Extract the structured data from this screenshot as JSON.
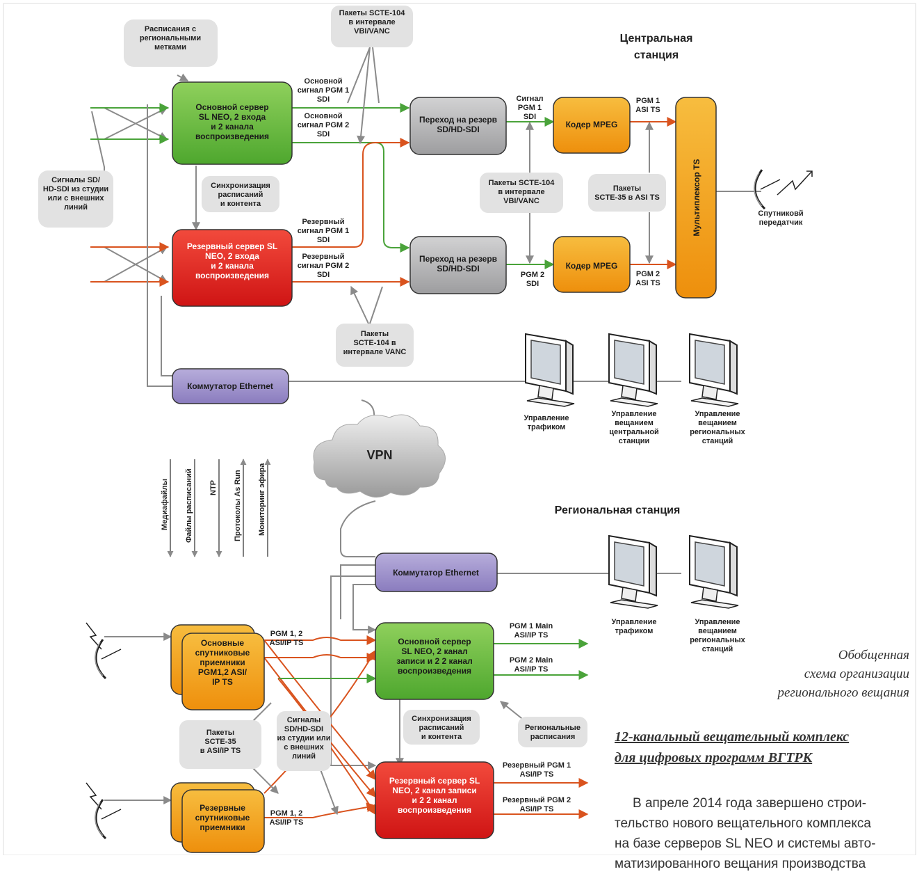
{
  "central": {
    "title_line1": "Центральная",
    "title_line2": "станция",
    "schedules_note": [
      "Расписания с",
      "региональными",
      "метками"
    ],
    "scte104_top": [
      "Пакеты SCTE-104",
      "в интервале",
      "VBI/VANC"
    ],
    "inputs_note": [
      "Сигналы SD/",
      "HD-SDI из студии",
      "или с внешних",
      "линий"
    ],
    "main_server": [
      "Основной сервер",
      "SL NEO, 2 входа",
      "и 2 канала",
      "воспроизведения"
    ],
    "backup_server": [
      "Резервный сервер SL",
      "NEO, 2 входа",
      "и  2 канала",
      "воспроизведения"
    ],
    "sync_note": [
      "Синхронизация",
      "расписаний",
      "и контента"
    ],
    "main_pgm1": [
      "Основной",
      "сигнал PGM 1",
      "SDI"
    ],
    "main_pgm2": [
      "Основной",
      "сигнал PGM 2",
      "SDI"
    ],
    "backup_pgm1": [
      "Резервный",
      "сигнал PGM 1",
      "SDI"
    ],
    "backup_pgm2": [
      "Резервный",
      "сигнал PGM 2",
      "SDI"
    ],
    "switch_top": [
      "Переход на резерв",
      "SD/HD-SDI"
    ],
    "switch_bottom": [
      "Переход на резерв",
      "SD/HD-SDI"
    ],
    "sig_pgm1": [
      "Сигнал",
      "PGM 1",
      "SDI"
    ],
    "pgm2_sdi": [
      "PGM 2",
      "SDI"
    ],
    "scte104_mid": [
      "Пакеты SCTE-104",
      "в интервале",
      "VBI/VANC"
    ],
    "encoder_top": "Кодер MPEG",
    "encoder_bottom": "Кодер MPEG",
    "pgm1_asi": [
      "PGM 1",
      "ASI TS"
    ],
    "pgm2_asi": [
      "PGM 2",
      "ASI TS"
    ],
    "scte35_note": [
      "Пакеты",
      "SCTE-35 в ASI TS"
    ],
    "mux": "Мультиплексор TS",
    "sat_tx": [
      "Спутниковй",
      "передатчик"
    ],
    "scte104_vanc": [
      "Пакеты",
      "SCTE-104 в",
      "интервале VANC"
    ],
    "ethernet": "Коммутатор Ethernet",
    "monitors": [
      [
        "Управление",
        "трафиком"
      ],
      [
        "Управление",
        "вещанием",
        "центральной",
        "станции"
      ],
      [
        "Управление",
        "вещанием",
        "региональных",
        "станций"
      ]
    ]
  },
  "vpn": "VPN",
  "flows": [
    "Медиафайлы",
    "Файлы расписаний",
    "NTP",
    "Протоколы As Run",
    "Мониторинг эфира"
  ],
  "regional": {
    "title": "Региональная станция",
    "ethernet": "Коммутатор Ethernet",
    "monitors": [
      [
        "Управление",
        "трафиком"
      ],
      [
        "Управление",
        "вещанием",
        "региональных",
        "станций"
      ]
    ],
    "main_receivers": [
      "Основные",
      "спутниковые",
      "приемники",
      "PGM1,2 ASI/",
      "IP TS"
    ],
    "backup_receivers": [
      "Резервные",
      "спутниковые",
      "приемники"
    ],
    "pgm12_top": [
      "PGM 1, 2",
      "ASI/IP TS"
    ],
    "pgm12_bottom": [
      "PGM 1, 2",
      "ASI/IP TS"
    ],
    "scte35_note": [
      "Пакеты",
      "SCTE-35",
      "в ASI/IP TS"
    ],
    "inputs_note": [
      "Сигналы",
      "SD/HD-SDI",
      "из студии или",
      "с внешних",
      "линий"
    ],
    "main_server": [
      "Основной сервер",
      "SL NEO, 2 канал",
      "записи и 2 2 канал",
      "воспроизведения"
    ],
    "backup_server": [
      "Резервный сервер SL",
      "NEO, 2 канал записи",
      "и 2 2 канал",
      "воспроизведения"
    ],
    "sync_note": [
      "Синхронизация",
      "расписаний",
      "и контента"
    ],
    "regional_schedules": [
      "Региональные",
      "расписания"
    ],
    "out_main1": [
      "PGM 1 Main",
      "ASI/IP TS"
    ],
    "out_main2": [
      "PGM 2 Main",
      "ASI/IP TS"
    ],
    "out_backup1": [
      "Резервный PGM 1",
      "ASI/IP TS"
    ],
    "out_backup2": [
      "Резервный PGM 2",
      "ASI/IP TS"
    ]
  },
  "caption": [
    "Обобщенная",
    "схема организации",
    "регионального вещания"
  ],
  "article": {
    "title_line1": "12-канальный вещательный комплекс",
    "title_line2": "для цифровых программ ВГТРК",
    "body": [
      "В апреле 2014 года завершено строи-",
      "тельство нового вещательного комплекса",
      "на базе серверов SL NEO и системы авто-",
      "матизированного вещания производства"
    ]
  },
  "colors": {
    "green": "#6abf3a",
    "red": "#e3221d",
    "gray": "#b7b7b8",
    "orange": "#f3a31c",
    "purple": "#9d8fc9",
    "note": "#e2e2e2",
    "green_line": "#4aa33a",
    "red_line": "#d9531e"
  }
}
